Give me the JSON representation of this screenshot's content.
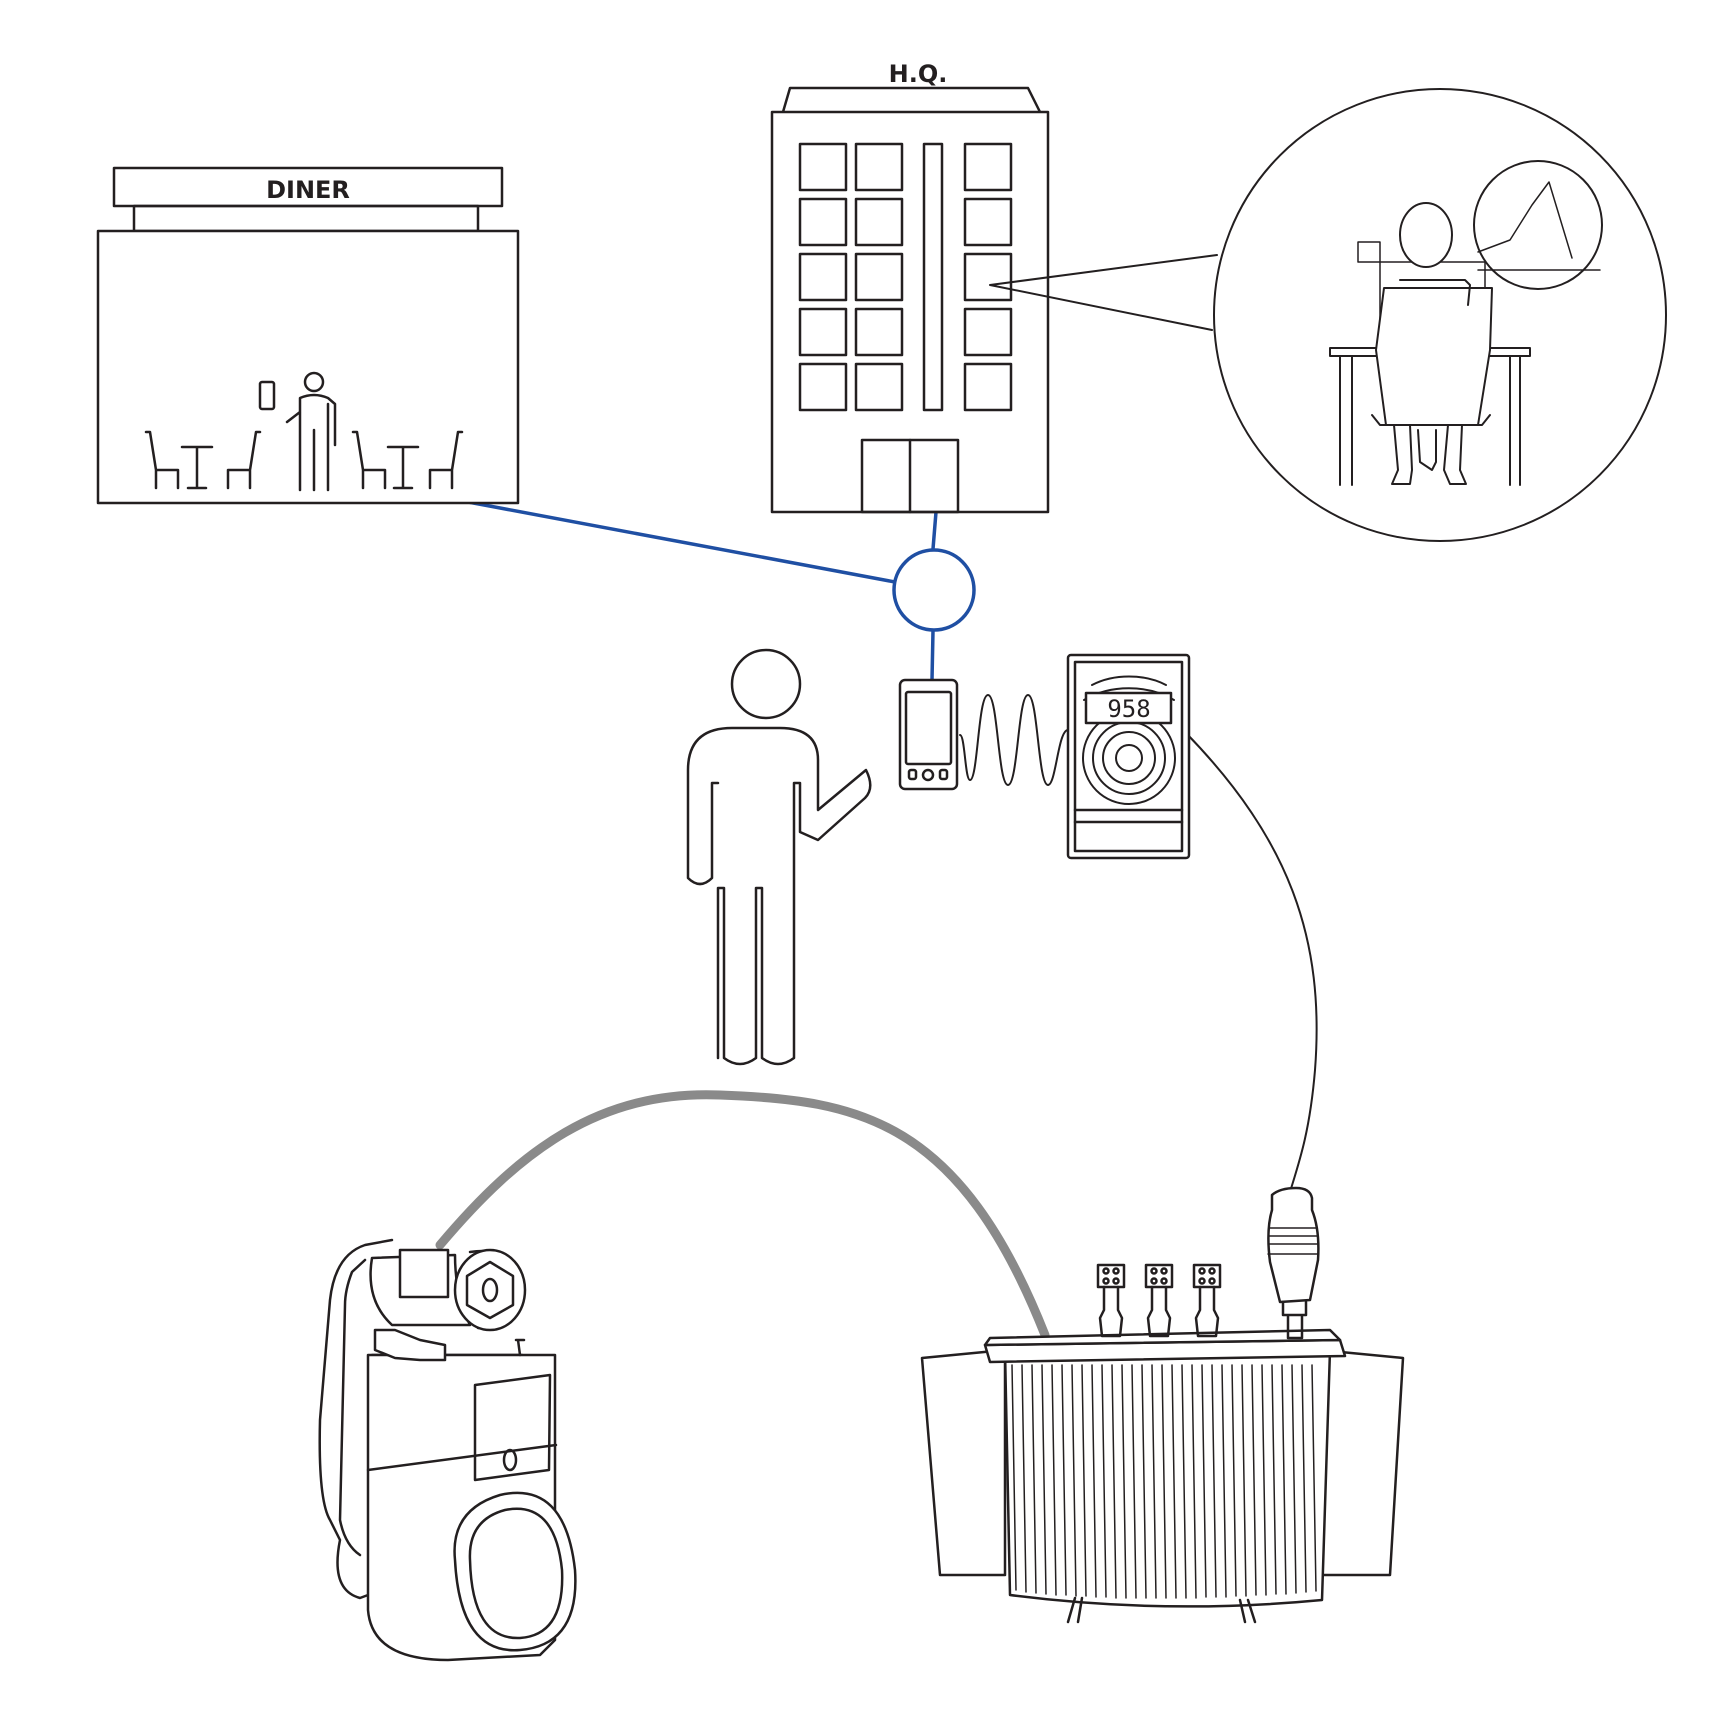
{
  "labels": {
    "hq": "H.Q.",
    "diner": "DINER",
    "meter_reading": "958"
  },
  "colors": {
    "outline": "#231f20",
    "network_link": "#1f4fa3",
    "pipe": "#8a8a8a",
    "background": "#ffffff"
  },
  "icons": [
    "diner-building-icon",
    "hq-building-icon",
    "office-worker-icon",
    "network-hub-icon",
    "person-icon",
    "smartphone-icon",
    "wireless-signal-icon",
    "meter-icon",
    "pump-motor-icon",
    "transformer-icon"
  ]
}
